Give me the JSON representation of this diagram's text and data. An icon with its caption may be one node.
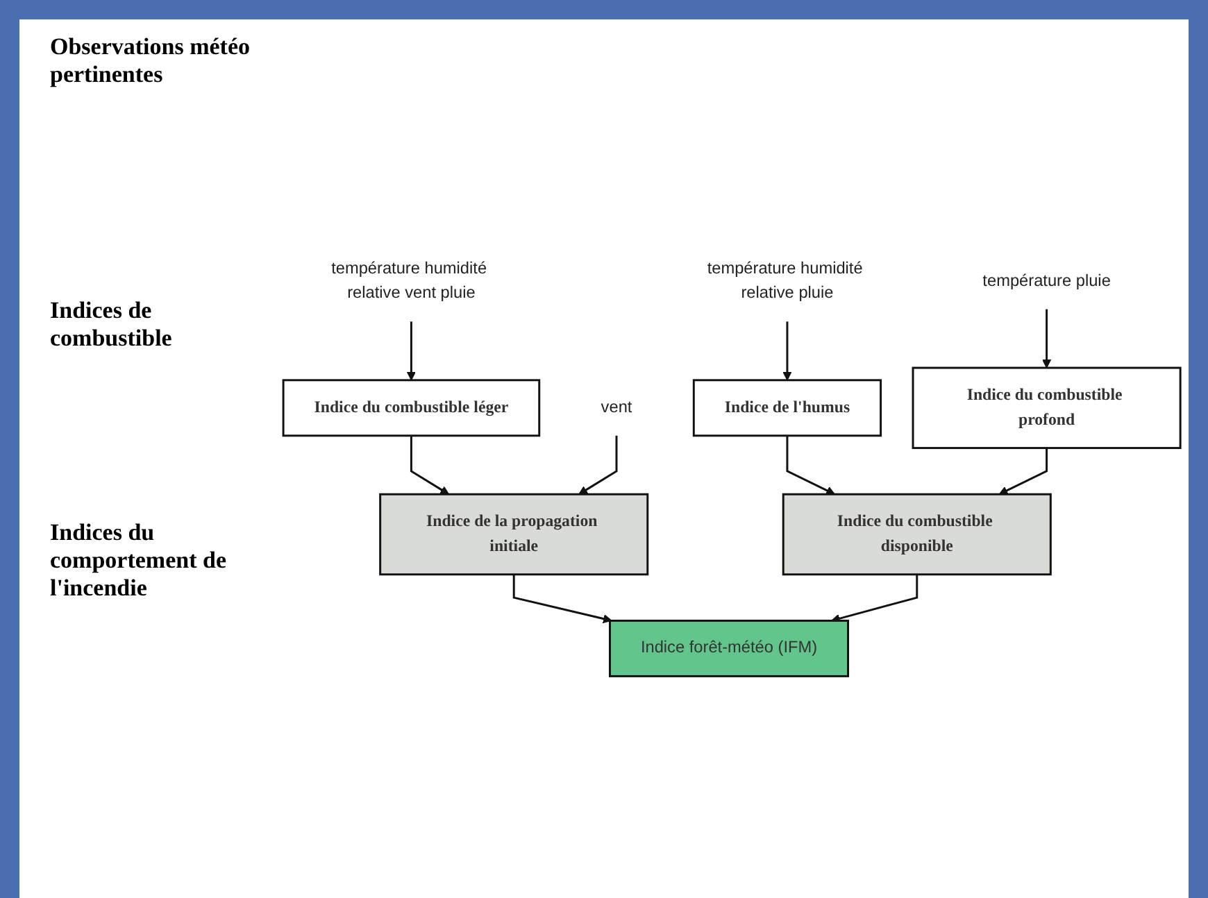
{
  "diagram": {
    "nodes": [
      {
        "text": [
          "température humidité relative vent pluie"
        ]
      },
      {
        "text": [
          "vent"
        ]
      },
      {
        "text": [
          "température humidité relative pluie"
        ]
      },
      {
        "text": [
          "température pluie"
        ]
      },
      {
        "text": [
          "Indice du combustible léger"
        ]
      },
      {
        "text": [
          "Indice de l'humus"
        ]
      },
      {
        "text": [
          "Indice du combustible profond"
        ]
      },
      {
        "text": [
          "Indice de la propagation initiale"
        ]
      },
      {
        "text": [
          "Indice du combustible disponible"
        ]
      },
      {
        "text": [
          "Indice forêt-météo (IFM)"
        ]
      }
    ],
    "edges": [
      {
        "from": 0,
        "to": 4,
        "arrow": "to"
      },
      {
        "from": 2,
        "to": 5,
        "arrow": "to"
      },
      {
        "from": 3,
        "to": 6,
        "arrow": "to"
      },
      {
        "from": 4,
        "to": 7,
        "arrow": "to"
      },
      {
        "from": 1,
        "to": 7,
        "arrow": "to"
      },
      {
        "from": 5,
        "to": 8,
        "arrow": "to"
      },
      {
        "from": 6,
        "to": 8,
        "arrow": "to"
      },
      {
        "from": 7,
        "to": 9,
        "arrow": "to"
      },
      {
        "from": 8,
        "to": 9,
        "arrow": "to"
      }
    ],
    "labels": [
      "Observations météo pertinentes",
      "Indices de combustible",
      "Indices du comportement de l'incendie"
    ]
  }
}
